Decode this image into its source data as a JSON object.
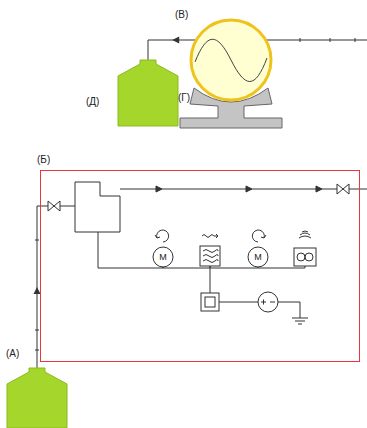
{
  "diagram": {
    "nodes": [
      {
        "text": [
          "(В)"
        ]
      },
      {
        "text": [
          "(Д)"
        ]
      },
      {
        "text": [
          "(Б)"
        ]
      },
      {
        "text": [
          "(А)"
        ]
      }
    ],
    "edges": [
      {
        "from": 0,
        "to": 1,
        "arrow": "to"
      },
      {
        "from": 3,
        "to": 2,
        "arrow": "to"
      }
    ],
    "labels": [
      "(Г)",
      "M",
      "M"
    ]
  }
}
